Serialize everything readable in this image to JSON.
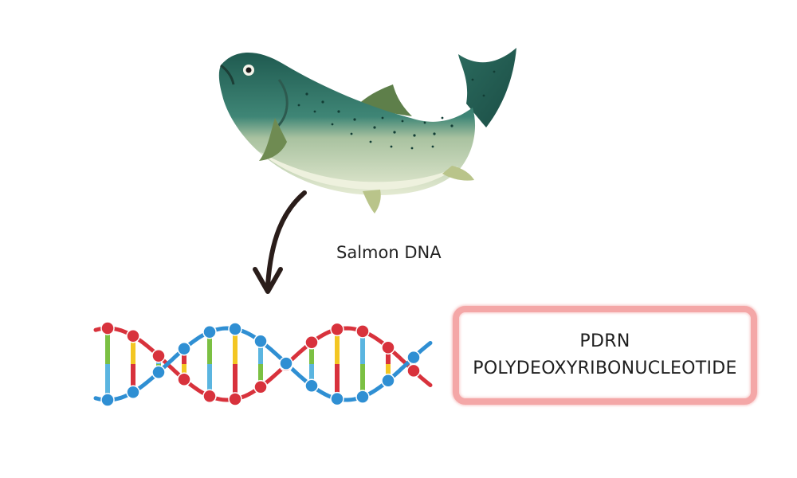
{
  "caption": "Salmon DNA",
  "label": {
    "line1": "PDRN",
    "line2": "POLYDEOXYRIBONUCLEOTIDE"
  },
  "icons": {
    "fish": "salmon-icon",
    "arrow": "curved-arrow-down-icon",
    "dna": "dna-helix-icon"
  },
  "colors": {
    "fish_back": "#2c6a5f",
    "fish_belly": "#d6dfc3",
    "helix_red": "#d8323c",
    "helix_blue": "#2f8fd3",
    "rung_green": "#7bc043",
    "rung_yellow": "#f3c623",
    "rung_skyblue": "#5bb5e0",
    "box_border": "#f4a7a7"
  }
}
